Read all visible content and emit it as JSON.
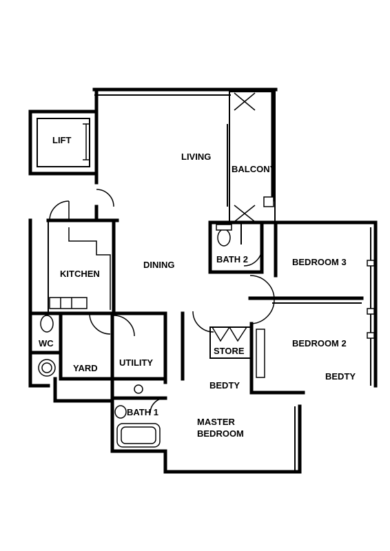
{
  "rooms": {
    "lift": "LIFT",
    "living": "LIVING",
    "balcony": "BALCONY",
    "kitchen": "KITCHEN",
    "dining": "DINING",
    "bath2": "BATH 2",
    "bedroom3": "BEDROOM 3",
    "bedroom2": "BEDROOM 2",
    "wc": "WC",
    "yard": "YARD",
    "utility": "UTILITY",
    "store": "STORE",
    "bath1": "BATH 1",
    "master_bedroom_line1": "MASTER",
    "master_bedroom_line2": "BEDROOM",
    "bedty_1": "BEDTY",
    "bedty_2": "BEDTY"
  }
}
